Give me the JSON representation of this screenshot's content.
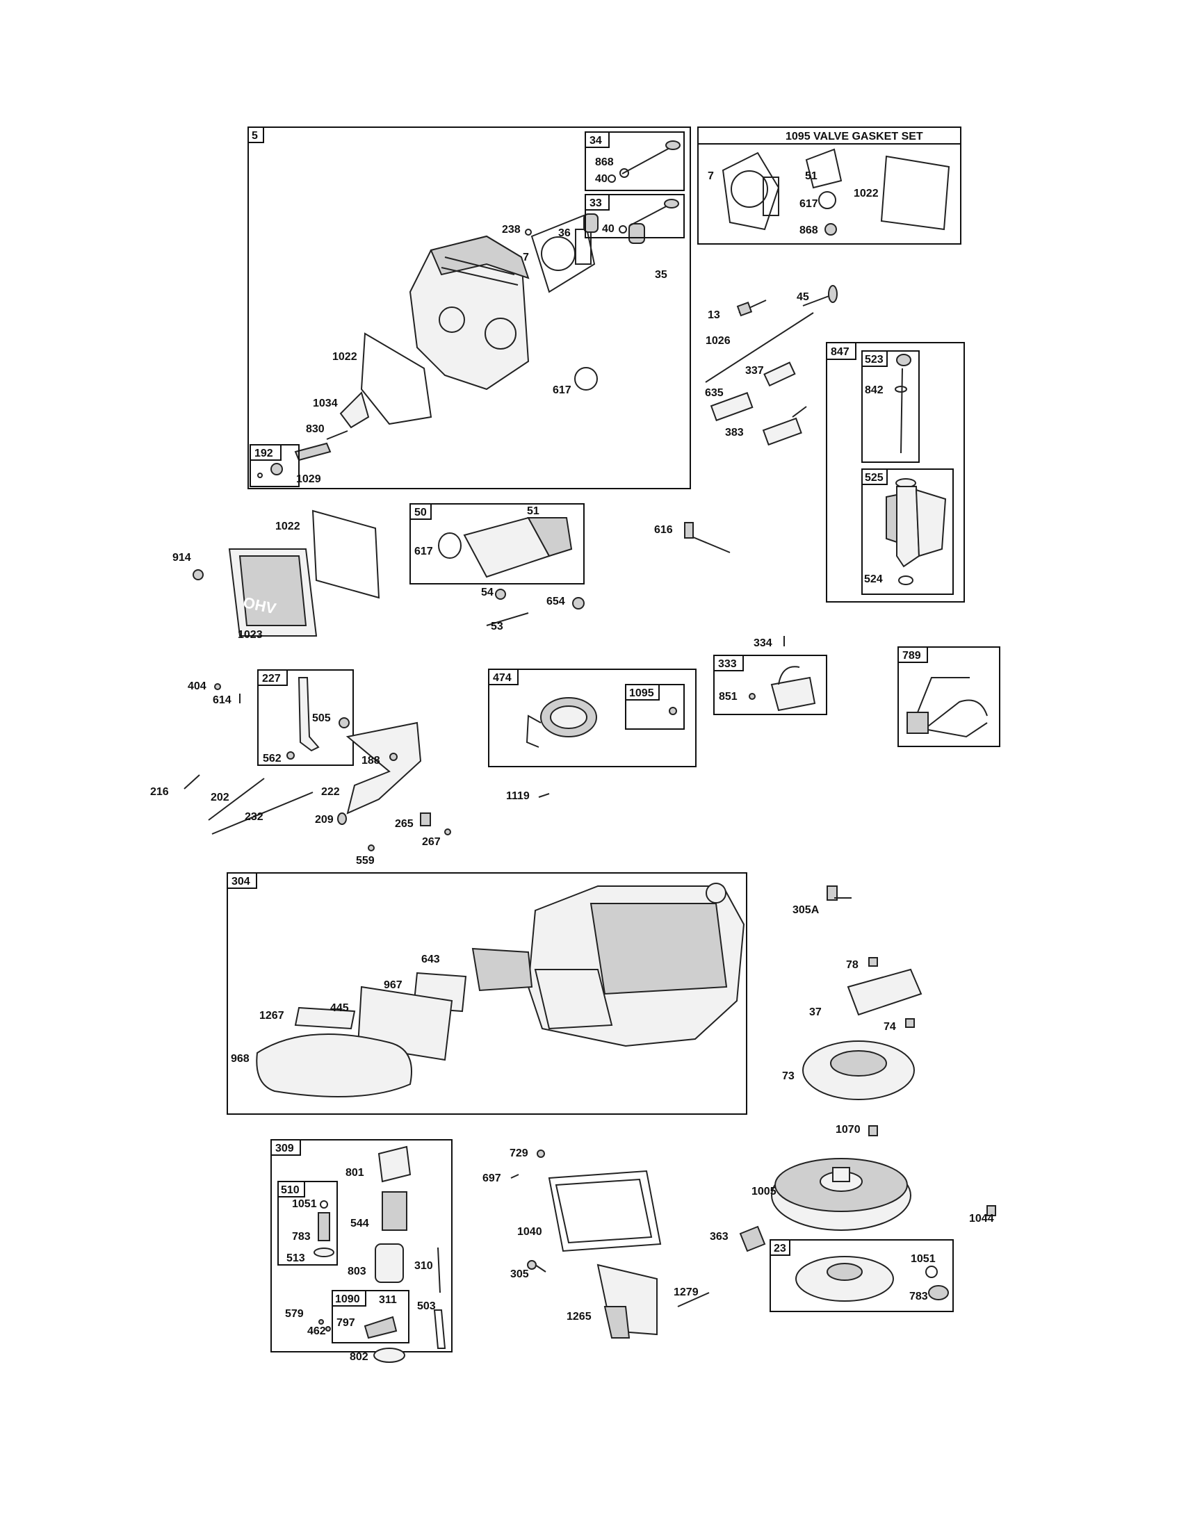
{
  "groups": {
    "g5": "5",
    "g34": "34",
    "g33": "33",
    "g192": "192",
    "g1095set": "1095 VALVE GASKET SET",
    "g50": "50",
    "g847": "847",
    "g523": "523",
    "g525": "525",
    "g227": "227",
    "g474": "474",
    "g1095": "1095",
    "g333": "333",
    "g789": "789",
    "g304": "304",
    "g309": "309",
    "g510": "510",
    "g1090": "1090",
    "g23": "23"
  },
  "labels": {
    "l868a": "868",
    "l40a": "40",
    "l40b": "40",
    "l238": "238",
    "l36": "36",
    "l7a": "7",
    "l35": "35",
    "l1022a": "1022",
    "l1034": "1034",
    "l830": "830",
    "l617a": "617",
    "l1029": "1029",
    "l7b": "7",
    "l51a": "51",
    "l617b": "617",
    "l1022b": "1022",
    "l868b": "868",
    "l13": "13",
    "l45": "45",
    "l1026": "1026",
    "l337": "337",
    "l635": "635",
    "l383": "383",
    "l842": "842",
    "l524": "524",
    "l1022c": "1022",
    "l914": "914",
    "l1023": "1023",
    "l51b": "51",
    "l617c": "617",
    "l54": "54",
    "l654": "654",
    "l53": "53",
    "l616": "616",
    "l404": "404",
    "l614": "614",
    "l505": "505",
    "l562": "562",
    "l188": "188",
    "l216": "216",
    "l202": "202",
    "l222": "222",
    "l232": "232",
    "l209": "209",
    "l265": "265",
    "l267": "267",
    "l559": "559",
    "l1119": "1119",
    "l334": "334",
    "l851": "851",
    "l305a": "305A",
    "l643": "643",
    "l967": "967",
    "l445": "445",
    "l1267": "1267",
    "l968": "968",
    "l78": "78",
    "l37": "37",
    "l74": "74",
    "l73": "73",
    "l1070": "1070",
    "l729": "729",
    "l697": "697",
    "l1040": "1040",
    "l1005": "1005",
    "l1044": "1044",
    "l363": "363",
    "l305": "305",
    "l1279": "1279",
    "l1265": "1265",
    "l1051b": "1051",
    "l783b": "783",
    "l801": "801",
    "l1051a": "1051",
    "l544": "544",
    "l783a": "783",
    "l513": "513",
    "l803": "803",
    "l310": "310",
    "l311": "311",
    "l579": "579",
    "l797": "797",
    "l462": "462",
    "l503": "503",
    "l802": "802"
  }
}
